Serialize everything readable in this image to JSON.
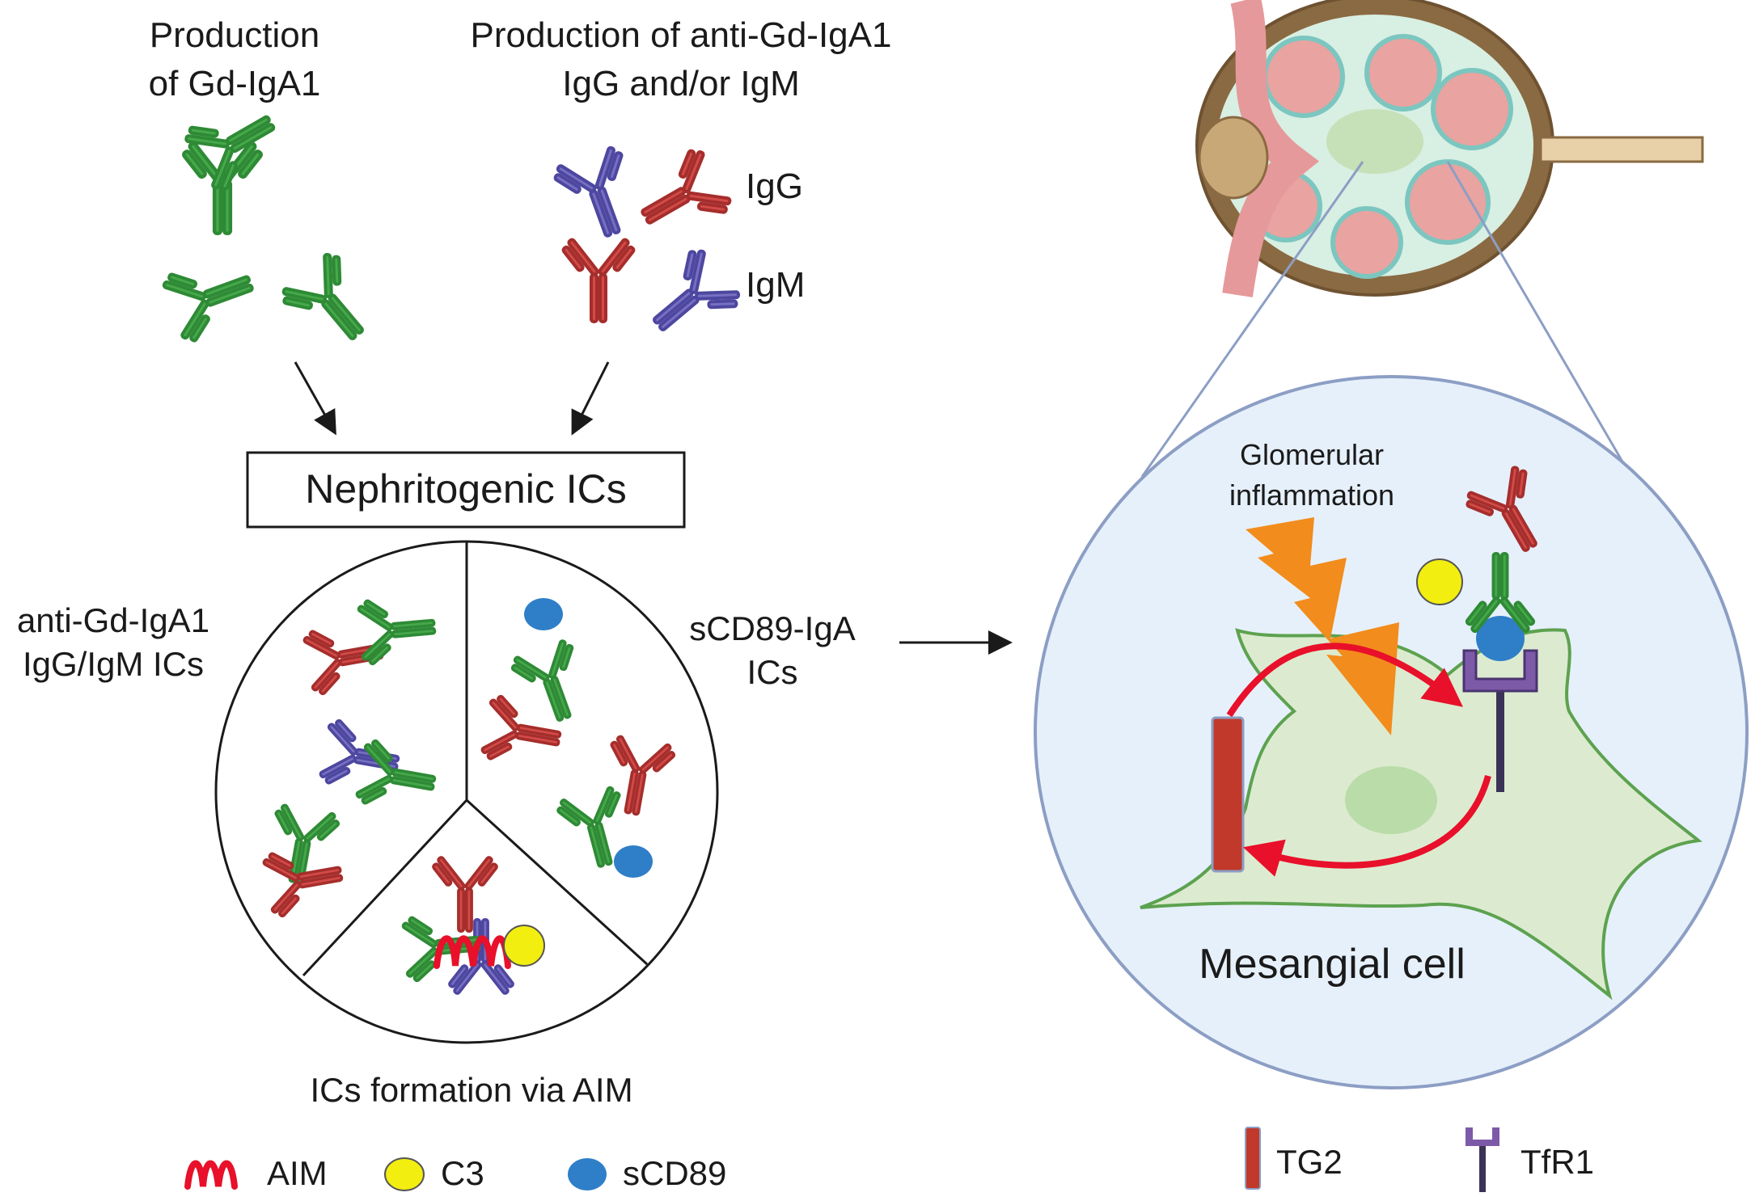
{
  "labels": {
    "production_gd": [
      "Production",
      "of Gd-IgA1"
    ],
    "production_anti": [
      "Production of anti-Gd-IgA1",
      "IgG and/or IgM"
    ],
    "igg": "IgG",
    "igm": "IgM",
    "nephritogenic": "Nephritogenic ICs",
    "anti_ics": [
      "anti-Gd-IgA1",
      "IgG/IgM ICs"
    ],
    "scd89_ics": [
      "sCD89-IgA",
      "ICs"
    ],
    "aim_formation": "ICs formation via AIM",
    "glomerular": [
      "Glomerular",
      "inflammation"
    ],
    "mesangial": "Mesangial cell"
  },
  "legend": {
    "aim": "AIM",
    "c3": "C3",
    "scd89": "sCD89",
    "tg2": "TG2",
    "tfr1": "TfR1"
  },
  "colors": {
    "iga_green": "#3a9a3f",
    "igg_red": "#c9403f",
    "igm_purple": "#6a64b3",
    "c3_yellow": "#f2ee10",
    "scd89_blue": "#2f7ec8",
    "aim_red": "#e8102a",
    "tg2_red": "#c0392b",
    "tfr1_purple": "#6a4c9c",
    "cell_green": "#dcebd0",
    "zoom_bg": "#e6f0fb",
    "bolt_orange": "#f28c1c"
  }
}
